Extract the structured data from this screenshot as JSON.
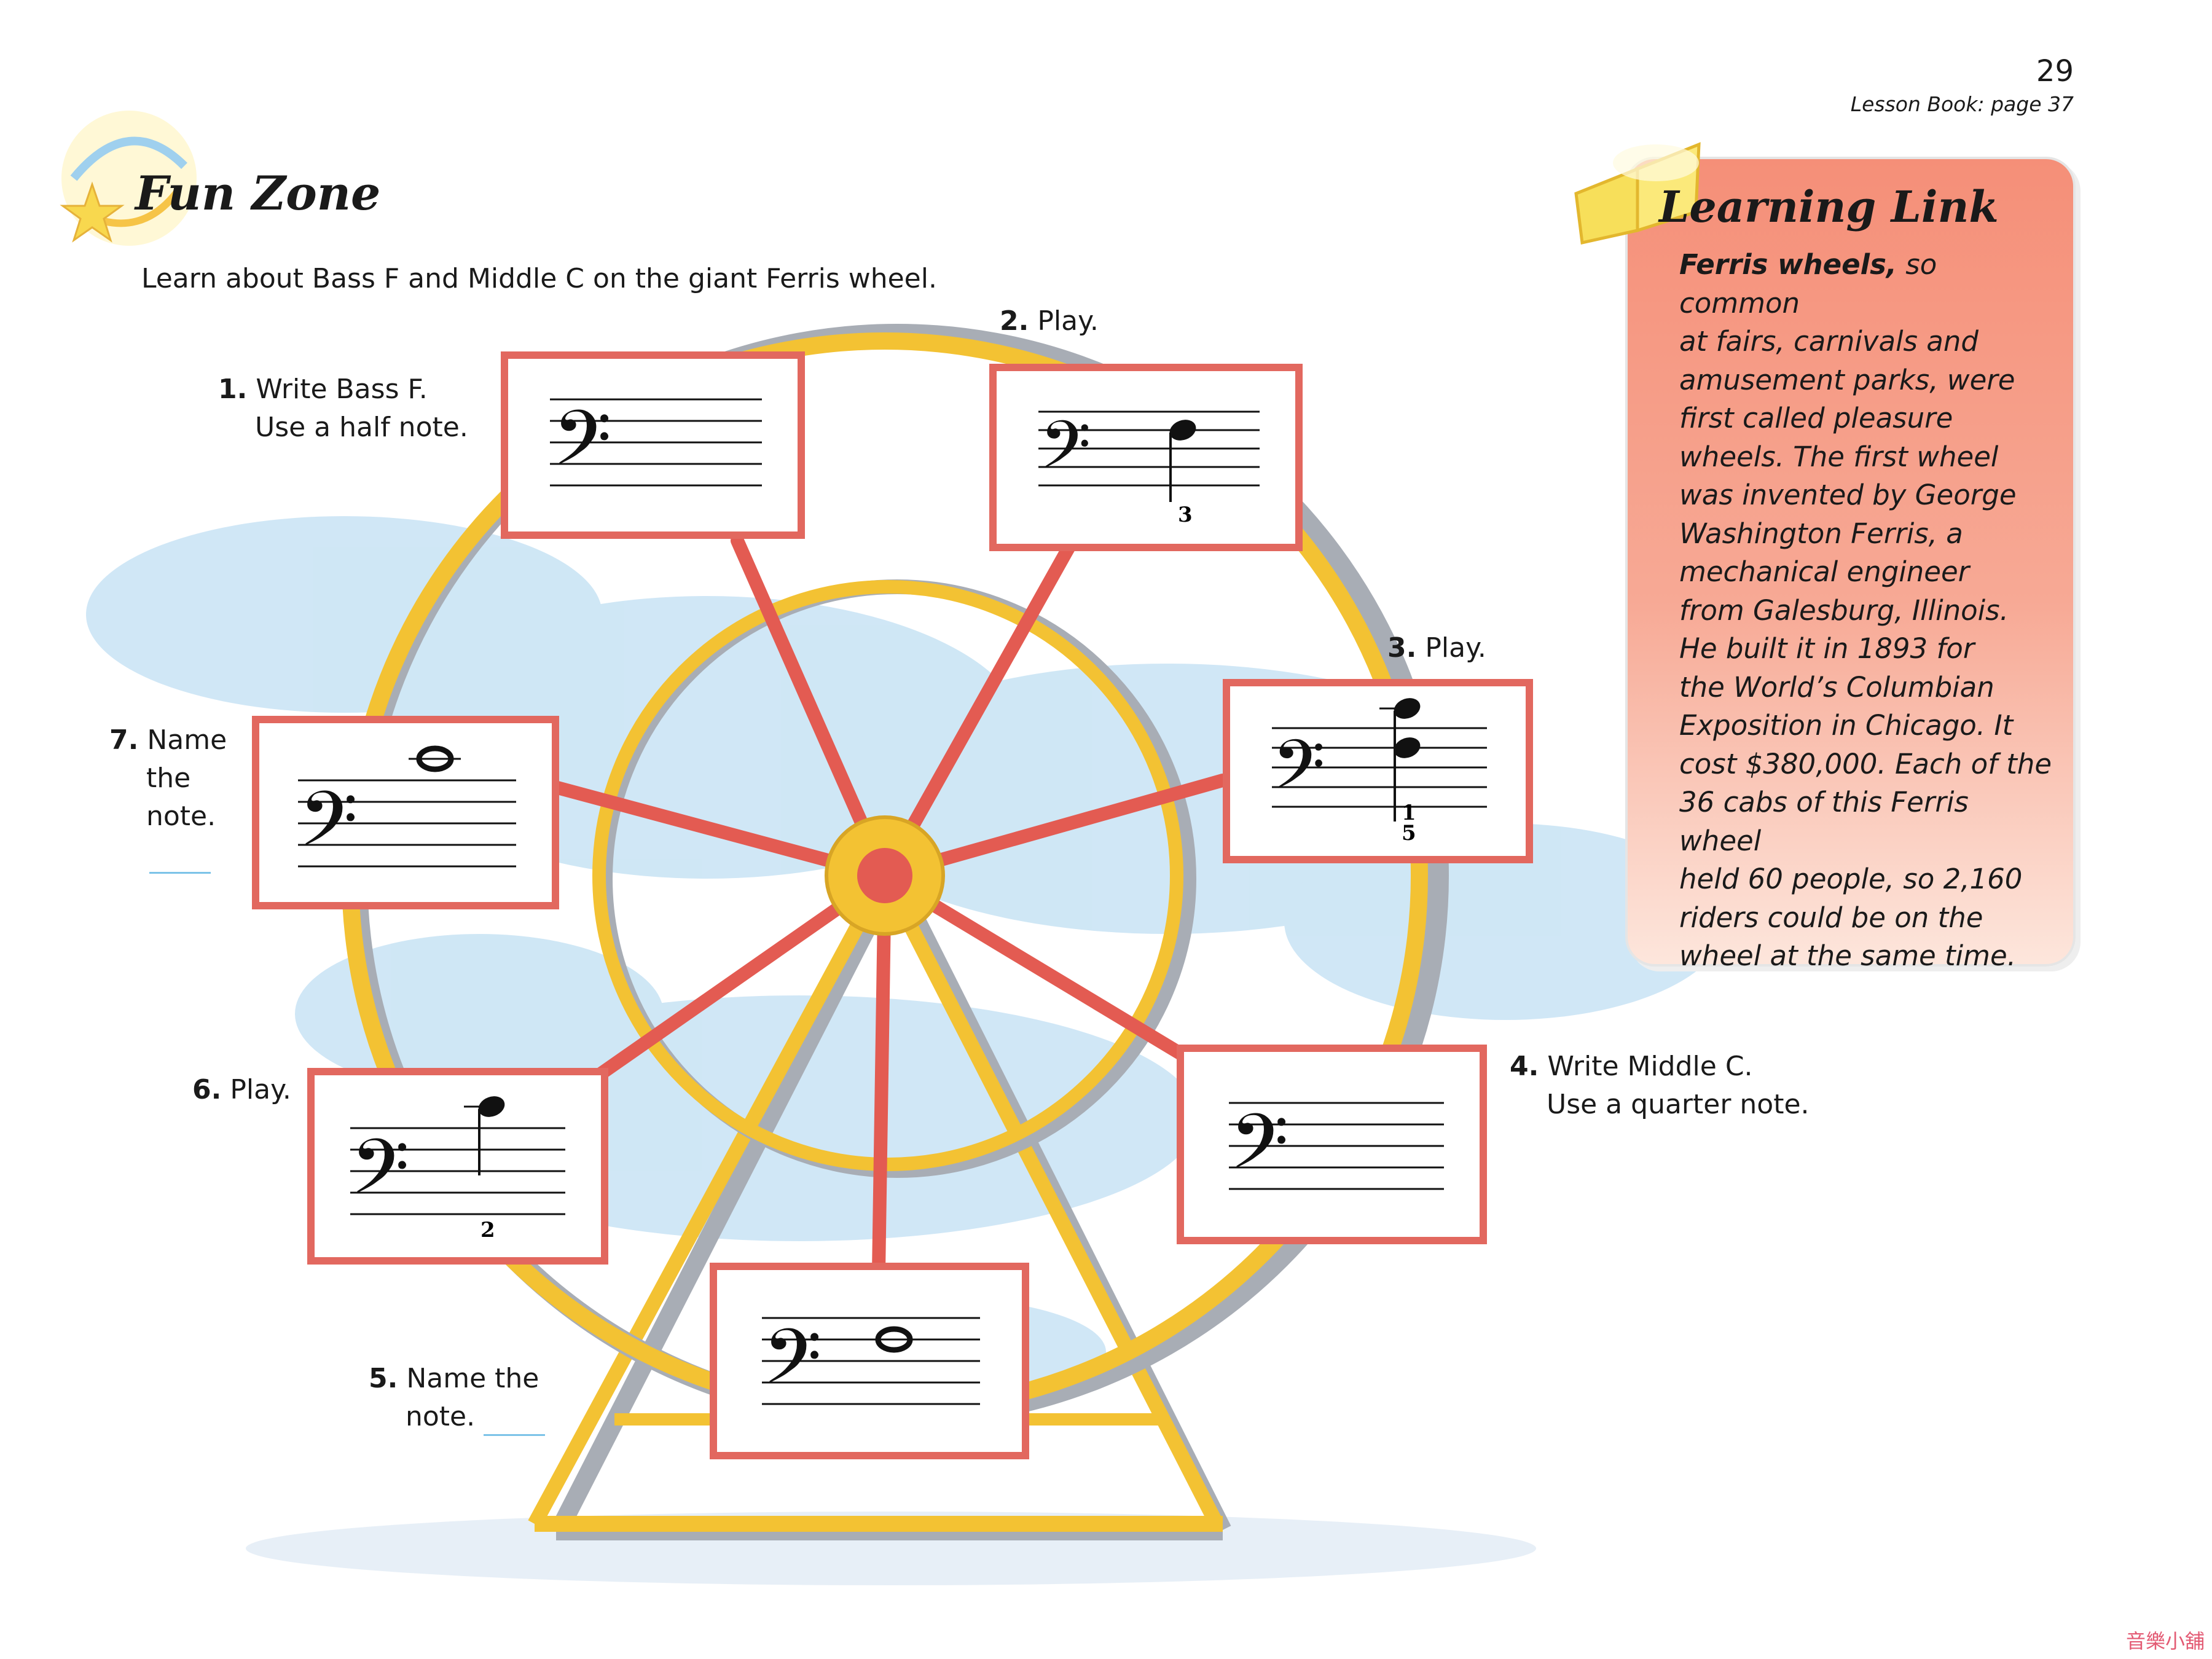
{
  "header": {
    "page_number": "29",
    "lesson_ref": "Lesson Book: page 37"
  },
  "fun_zone": {
    "title": "Fun Zone",
    "intro": "Learn about Bass F and Middle C on the giant Ferris wheel."
  },
  "steps": [
    {
      "num": "1.",
      "line1": "Write Bass F.",
      "line2": "Use a half note."
    },
    {
      "num": "2.",
      "line1": "Play."
    },
    {
      "num": "3.",
      "line1": "Play."
    },
    {
      "num": "4.",
      "line1": "Write Middle C.",
      "line2": "Use a quarter note."
    },
    {
      "num": "5.",
      "line1": "Name the",
      "line2": "note."
    },
    {
      "num": "6.",
      "line1": "Play."
    },
    {
      "num": "7.",
      "line1": "Name",
      "line2": "the",
      "line3": "note."
    }
  ],
  "fingerings": {
    "card2": "3",
    "card3_top": "1",
    "card3_bottom": "5",
    "card6": "2"
  },
  "learning_link": {
    "title": "Learning Link",
    "lead": "Ferris wheels,",
    "lines": [
      " so common",
      "at fairs, carnivals and",
      "amusement parks, were",
      "first called pleasure",
      "wheels.  The first wheel",
      "was invented by George",
      "Washington Ferris, a",
      "mechanical engineer",
      "from Galesburg, Illinois.",
      "He built it in 1893 for",
      "the World’s Columbian",
      "Exposition in Chicago. It",
      "cost $380,000.  Each of the",
      "36 cabs of this Ferris wheel",
      "held 60 people, so 2,160",
      "riders could be on the",
      "wheel at the same time."
    ]
  },
  "watermark": "音樂小舖",
  "colors": {
    "wheel_yellow": "#f3c233",
    "wheel_gray": "#a8adb5",
    "spoke_red": "#e35b52",
    "card_border": "#e2685f",
    "sky_blue": "#a9d4ee",
    "panel_salmon": "#f58f78"
  }
}
